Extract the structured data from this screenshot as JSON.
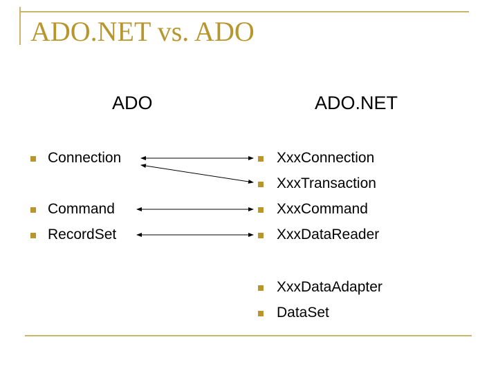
{
  "slide": {
    "title": "ADO.NET vs. ADO"
  },
  "columns": {
    "left_heading": "ADO",
    "right_heading": "ADO.NET"
  },
  "left_items": [
    "Connection",
    "Command",
    "RecordSet"
  ],
  "right_items": [
    "XxxConnection",
    "XxxTransaction",
    "XxxCommand",
    "XxxDataReader",
    "XxxDataAdapter",
    "DataSet"
  ],
  "colors": {
    "accent": "#b8962e",
    "rule": "#c9b468",
    "text": "#000000"
  },
  "mappings": [
    {
      "from": "Connection",
      "to": "XxxConnection"
    },
    {
      "from": "Connection",
      "to": "XxxTransaction"
    },
    {
      "from": "Command",
      "to": "XxxCommand"
    },
    {
      "from": "RecordSet",
      "to": "XxxDataReader"
    }
  ]
}
